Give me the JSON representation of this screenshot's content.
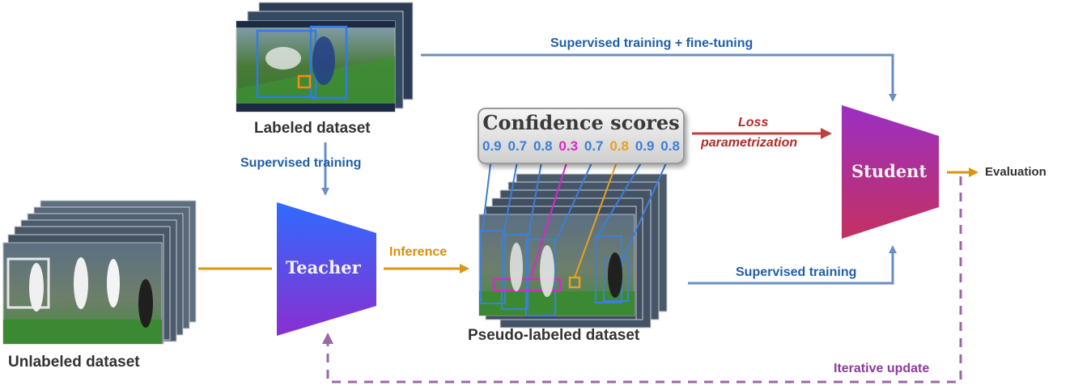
{
  "labels": {
    "labeled_dataset": "Labeled dataset",
    "unlabeled_dataset": "Unlabeled dataset",
    "pseudo_labeled_dataset": "Pseudo-labeled dataset",
    "supervised_training_top": "Supervised training + fine-tuning",
    "supervised_training_left": "Supervised training",
    "supervised_training_right": "Supervised training",
    "inference": "Inference",
    "loss_line1": "Loss",
    "loss_line2": "parametrization",
    "evaluation": "Evaluation",
    "iterative_update": "Iterative update",
    "teacher": "Teacher",
    "student": "Student",
    "confidence_scores": "Confidence scores"
  },
  "scores": [
    {
      "value": "0.9",
      "color": "#3c7fd8"
    },
    {
      "value": "0.7",
      "color": "#3c7fd8"
    },
    {
      "value": "0.8",
      "color": "#3c7fd8"
    },
    {
      "value": "0.3",
      "color": "#d828c8"
    },
    {
      "value": "0.7",
      "color": "#3c7fd8"
    },
    {
      "value": "0.8",
      "color": "#e8a020"
    },
    {
      "value": "0.9",
      "color": "#3c7fd8"
    },
    {
      "value": "0.8",
      "color": "#3c7fd8"
    }
  ],
  "colors": {
    "blue_arrow": "#6a8fc4",
    "orange_arrow": "#d9960f",
    "red_arrow": "#c04040",
    "purple_dashed": "#9b67a8",
    "teacher_gradient": [
      "#2f5fff",
      "#8b2fc9"
    ],
    "student_gradient": [
      "#a0307a",
      "#8b2fc9"
    ]
  },
  "icons": {
    "frame_images": "video-frame-stack"
  }
}
